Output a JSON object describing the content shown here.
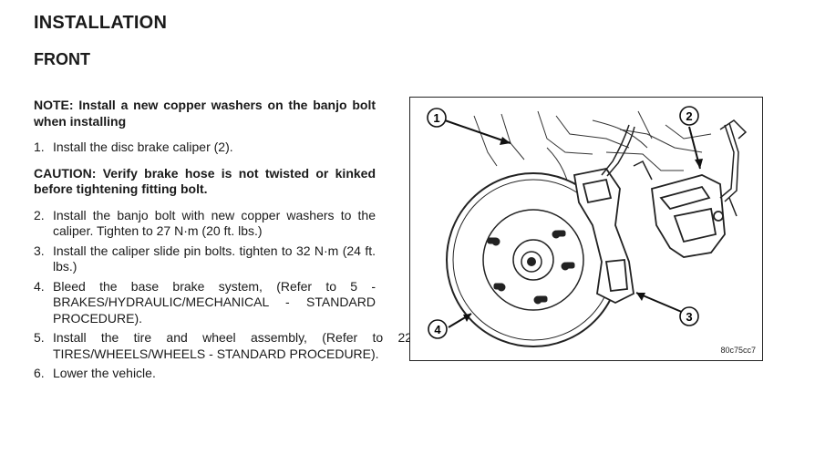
{
  "heading": "INSTALLATION",
  "subheading": "FRONT",
  "note": "NOTE: Install a new copper washers on the banjo bolt when installing",
  "step1": {
    "num": "1.",
    "text": "Install the disc brake caliper (2)."
  },
  "caution": "CAUTION: Verify brake hose is not twisted or kinked before tightening fitting bolt.",
  "steps": [
    {
      "num": "2.",
      "text": "Install the banjo bolt with new copper washers to the caliper. Tighten to 27 N·m (20 ft. lbs.)"
    },
    {
      "num": "3.",
      "text": "Install the caliper slide pin bolts. tighten to 32 N·m (24 ft. lbs.)"
    },
    {
      "num": "4.",
      "text": "Bleed the base brake system, (Refer to 5 - BRAKES/HYDRAULIC/MECHANICAL - STANDARD PROCEDURE)."
    },
    {
      "num": "5.",
      "text": "Install the tire and wheel assembly, (Refer to 22 - TIRES/WHEELS/WHEELS - STANDARD PROCEDURE)."
    },
    {
      "num": "6.",
      "text": "Lower the vehicle."
    }
  ],
  "figure": {
    "callouts": [
      "1",
      "2",
      "3",
      "4"
    ],
    "id": "80c75cc7"
  }
}
